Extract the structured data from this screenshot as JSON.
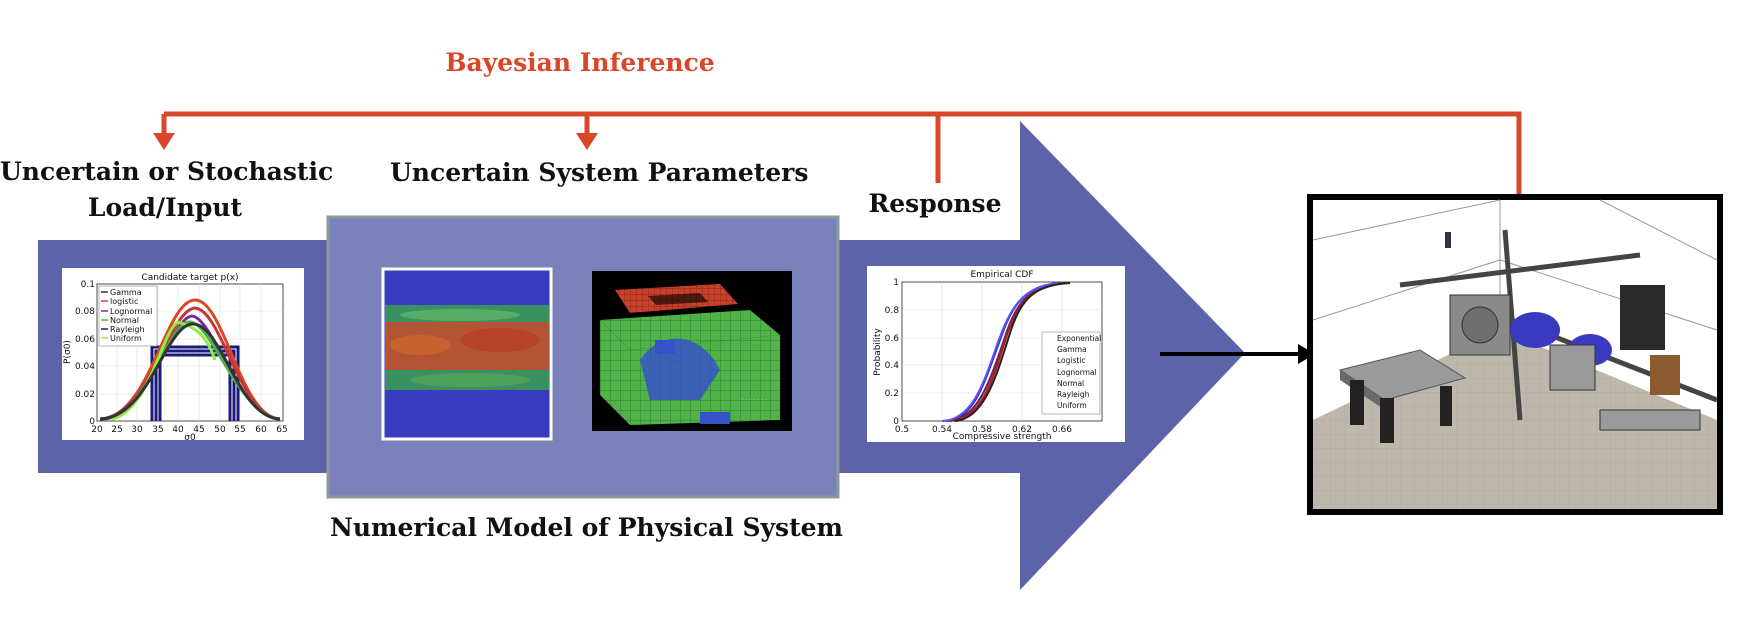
{
  "colors": {
    "arrow_fill": "#5c63a8",
    "box_fill": "#7a81bb",
    "feedback": "#d9472b",
    "box_border": "#8e9a9a",
    "text": "#111111"
  },
  "labels": {
    "bayesian": "Bayesian Inference",
    "load_line1": "Uncertain or Stochastic",
    "load_line2": "Load/Input",
    "params": "Uncertain System Parameters",
    "response": "Response",
    "numerical": "Numerical Model of Physical System"
  },
  "load_chart": {
    "title": "Candidate target p(x)",
    "xlabel": "σ0",
    "ylabel": "P(σ0)",
    "xticks": [
      "20",
      "25",
      "30",
      "35",
      "40",
      "45",
      "50",
      "55",
      "60",
      "65"
    ],
    "yticks": [
      "0",
      "0.02",
      "0.04",
      "0.06",
      "0.08",
      "0.1"
    ],
    "legend": [
      "Gamma",
      "logistic",
      "Lognormal",
      "Normal",
      "Rayleigh",
      "Uniform"
    ]
  },
  "cdf_chart": {
    "title": "Empirical CDF",
    "xlabel": "Compressive strength",
    "ylabel": "Probability",
    "xticks": [
      "0.5",
      "0.54",
      "0.58",
      "0.62",
      "0.66"
    ],
    "yticks": [
      "0",
      "0.2",
      "0.4",
      "0.6",
      "0.8",
      "1"
    ],
    "legend": [
      "Exponential",
      "Gamma",
      "Logistic",
      "Lognormal",
      "Normal",
      "Rayleigh",
      "Uniform"
    ]
  }
}
